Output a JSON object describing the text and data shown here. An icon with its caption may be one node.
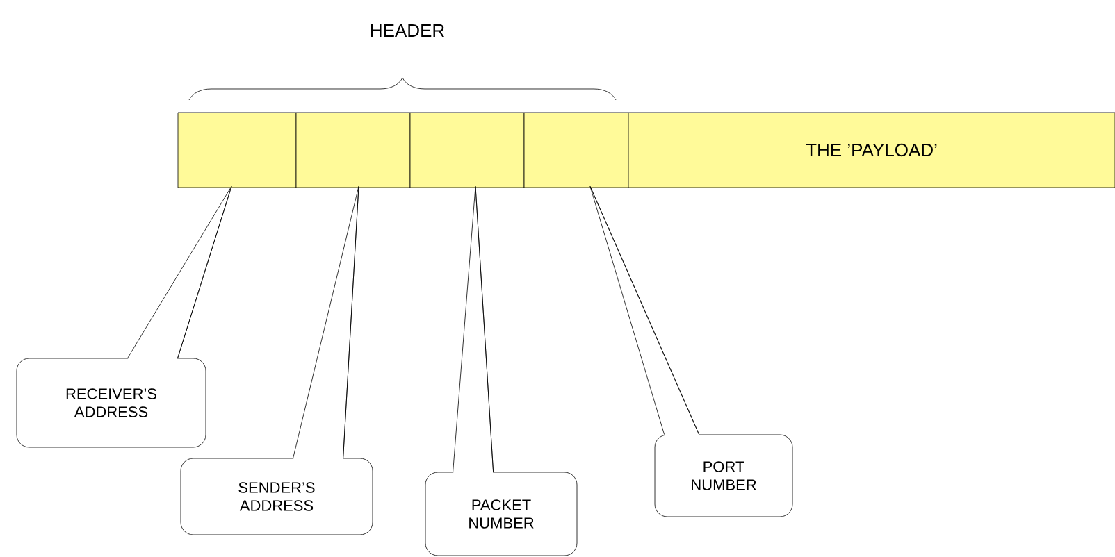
{
  "diagram": {
    "nodes": [
      {
        "text": [],
        "shape": "box"
      },
      {
        "text": [],
        "shape": "box"
      },
      {
        "text": [],
        "shape": "box"
      },
      {
        "text": [],
        "shape": "box"
      },
      {
        "text": [
          "THE ’PAYLOAD’"
        ]
      },
      {
        "text": [
          "RECEIVER’S ADDRESS"
        ]
      },
      {
        "text": [
          "SENDER’S ADDRESS"
        ]
      },
      {
        "text": [
          "PACKET NUMBER"
        ]
      },
      {
        "text": [
          "PORT NUMBER"
        ]
      }
    ],
    "edges": [
      {
        "from": 5,
        "to": 0,
        "arrow": "none"
      },
      {
        "from": 6,
        "to": 1,
        "arrow": "none"
      },
      {
        "from": 7,
        "to": 2,
        "arrow": "none"
      },
      {
        "from": 8,
        "to": 3,
        "arrow": "none"
      }
    ],
    "labels": [
      "HEADER"
    ]
  }
}
